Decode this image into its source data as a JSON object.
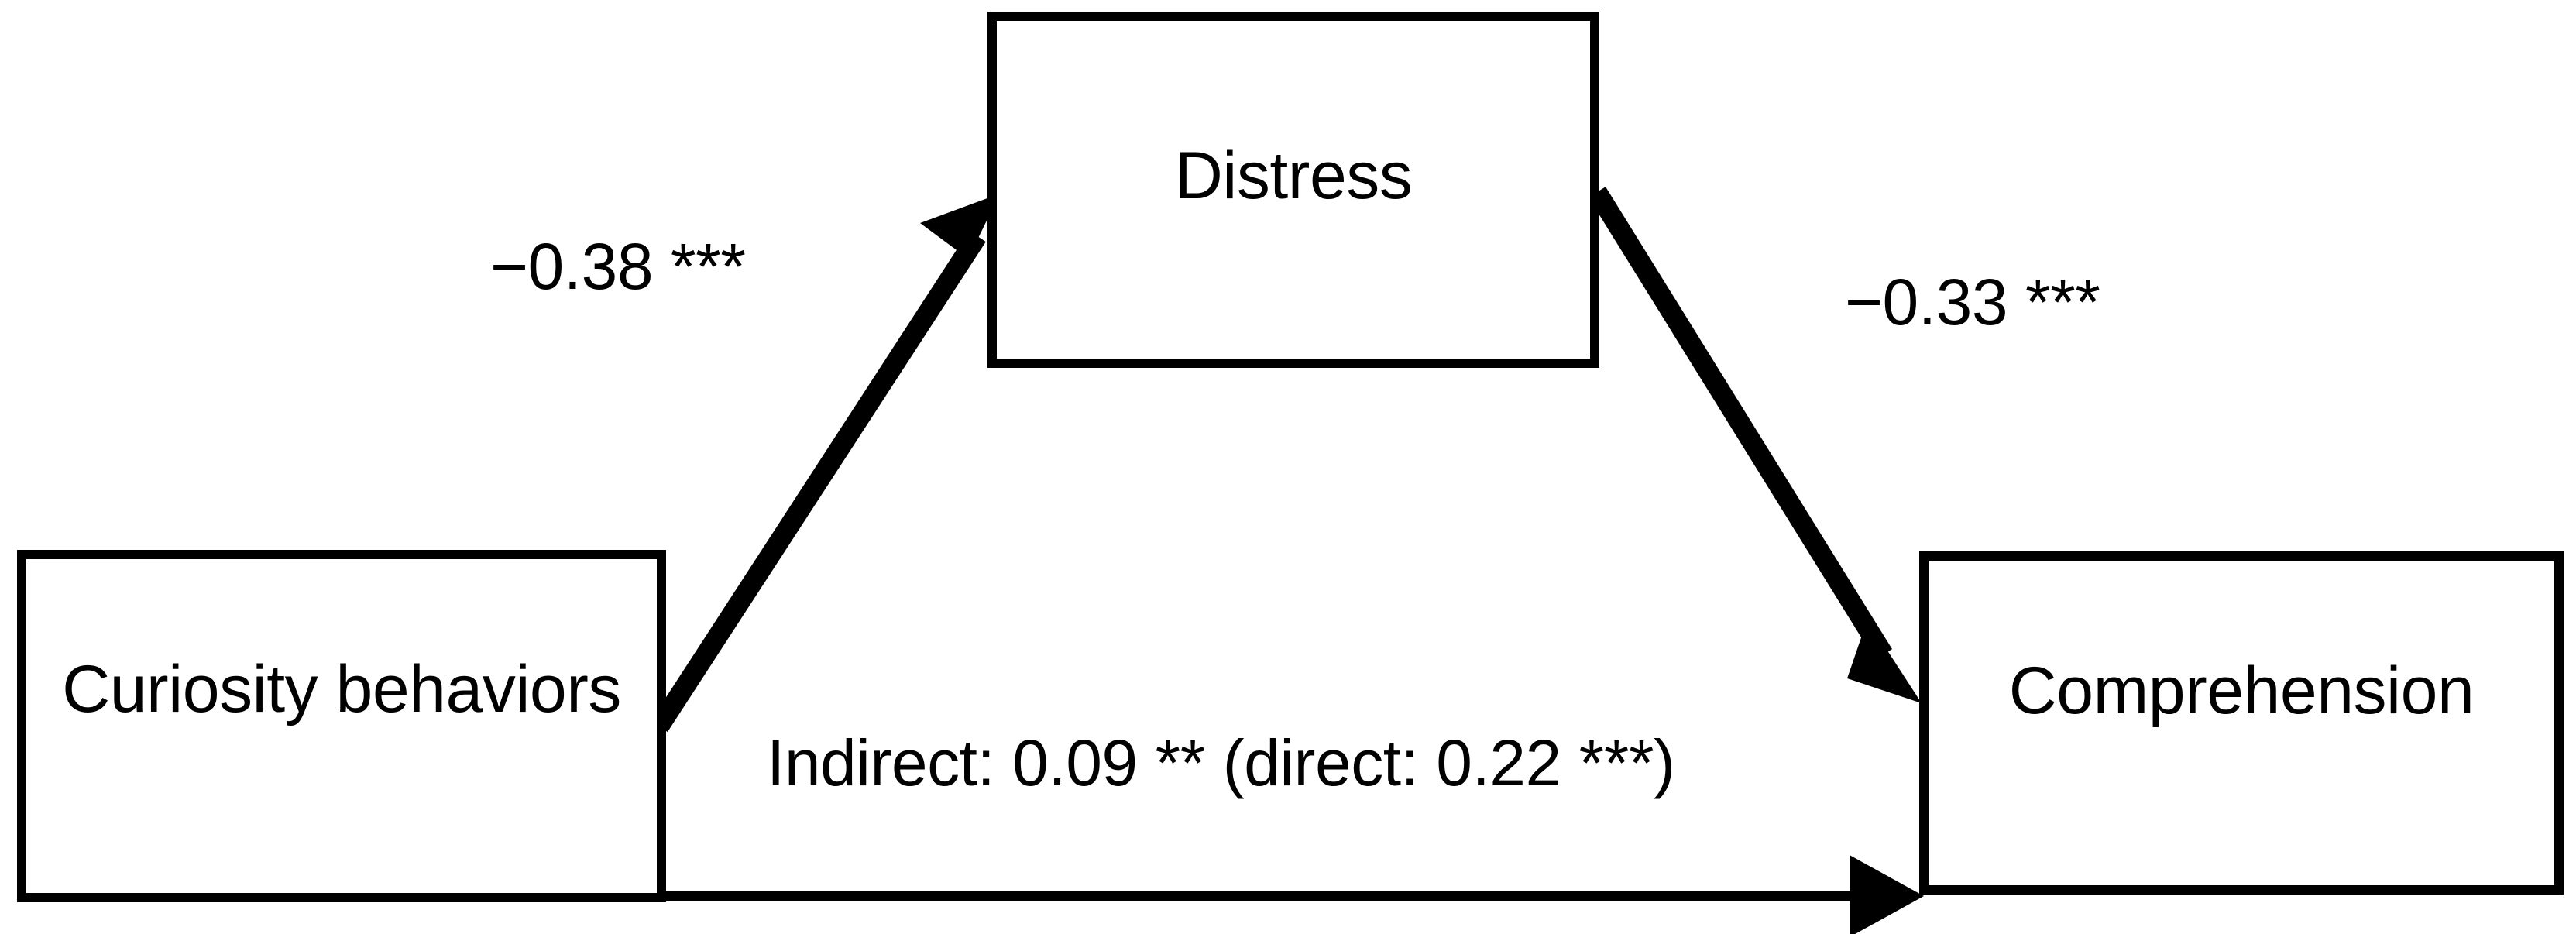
{
  "diagram": {
    "type": "mediation-path-model",
    "nodes": [
      {
        "id": "curiosity",
        "label": "Curiosity behaviors",
        "role": "predictor"
      },
      {
        "id": "distress",
        "label": "Distress",
        "role": "mediator"
      },
      {
        "id": "comprehension",
        "label": "Comprehension",
        "role": "outcome"
      }
    ],
    "paths": [
      {
        "id": "a-path",
        "from": "curiosity",
        "to": "distress",
        "label": "−0.38 ***",
        "coefficient": -0.38,
        "significance": "***"
      },
      {
        "id": "b-path",
        "from": "distress",
        "to": "comprehension",
        "label": "−0.33 ***",
        "coefficient": -0.33,
        "significance": "***"
      },
      {
        "id": "c-path",
        "from": "curiosity",
        "to": "comprehension",
        "label": "Indirect: 0.09 ** (direct: 0.22 ***)",
        "indirect_coefficient": 0.09,
        "indirect_significance": "**",
        "direct_coefficient": 0.22,
        "direct_significance": "***"
      }
    ],
    "colors": {
      "stroke": "#000000",
      "fill": "#ffffff",
      "text": "#000000"
    }
  }
}
